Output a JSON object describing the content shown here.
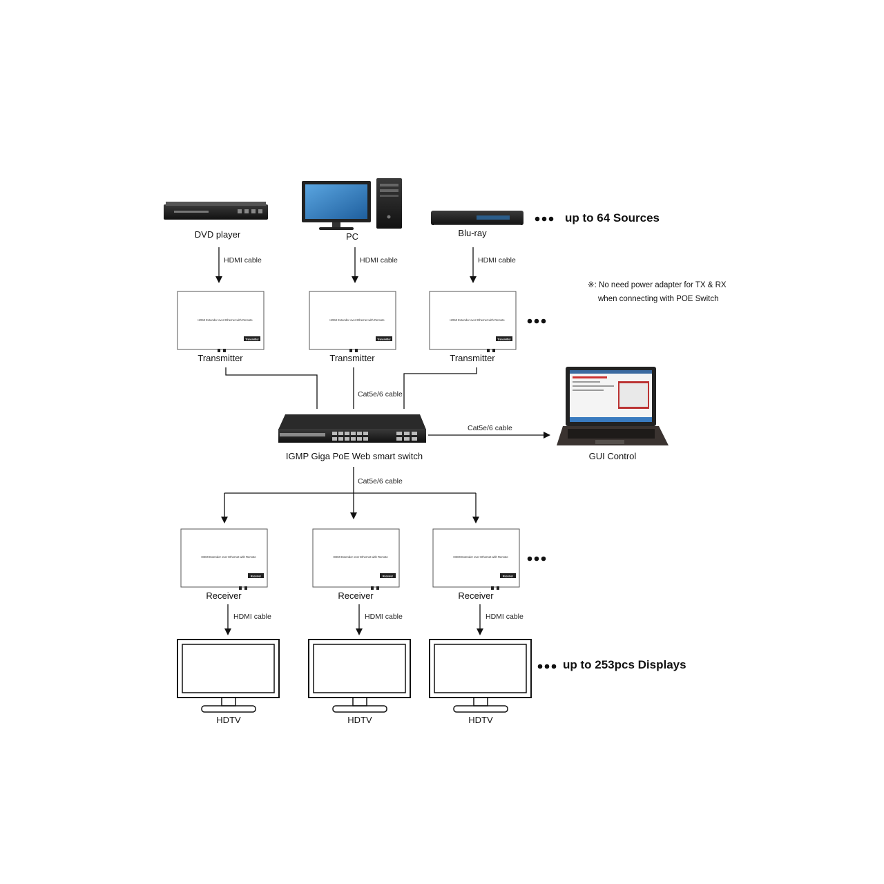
{
  "sources": [
    {
      "label": "DVD player",
      "icon": "dvd-player-icon"
    },
    {
      "label": "PC",
      "icon": "pc-icon"
    },
    {
      "label": "Blu-ray",
      "icon": "bluray-player-icon"
    }
  ],
  "sources_note": "up to 64 Sources",
  "hdmi_cable_label": "HDMI cable",
  "cat_cable_label": "Cat5e/6 cable",
  "device_inner_text": "HDMI Extender over Ethernet with Remote",
  "transmitter": {
    "label": "Transmitter",
    "tag": "Transmitter"
  },
  "receiver": {
    "label": "Receiver",
    "tag": "Receiver"
  },
  "power_note": {
    "line1": "※: No need power adapter for TX & RX",
    "line2": "when connecting with POE Switch"
  },
  "switch_label": "IGMP Giga PoE Web smart switch",
  "gui_label": "GUI Control",
  "displays_note": "up to 253pcs Displays",
  "display_label": "HDTV",
  "colors": {
    "line": "#111111",
    "screen_blue": "#3a7fc0",
    "device_dark": "#1c1c1c"
  }
}
